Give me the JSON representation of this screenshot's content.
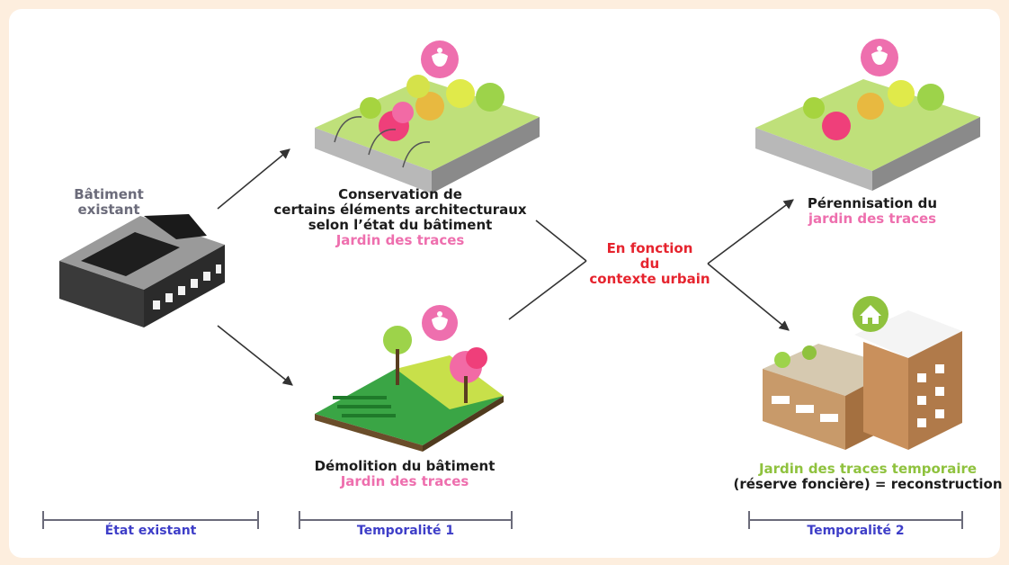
{
  "existing": {
    "line1": "Bâtiment",
    "line2": "existant"
  },
  "conservation": {
    "line1": "Conservation de",
    "line2": "certains éléments architecturaux",
    "line3": "selon l’état du bâtiment",
    "sub": "Jardin des traces"
  },
  "demolition": {
    "line1": "Démolition du bâtiment",
    "sub": "Jardin des traces"
  },
  "context": {
    "line1": "En fonction",
    "line2": "du",
    "line3": "contexte urbain"
  },
  "perennisation": {
    "line1": "Pérennisation du",
    "sub": "jardin des traces"
  },
  "temporary": {
    "line1": "Jardin des traces temporaire",
    "line2": "(réserve foncière) = reconstruction"
  },
  "timeline": {
    "existing": "État existant",
    "t1": "Temporalité 1",
    "t2": "Temporalité 2"
  },
  "colors": {
    "background": "#fdeede",
    "pink": "#ee6fae",
    "red": "#e6242e",
    "green": "#8fc23e",
    "blue": "#3e3ec8",
    "gray": "#6b6b7a"
  },
  "icons": [
    "flower-badge-icon",
    "house-badge-icon"
  ]
}
